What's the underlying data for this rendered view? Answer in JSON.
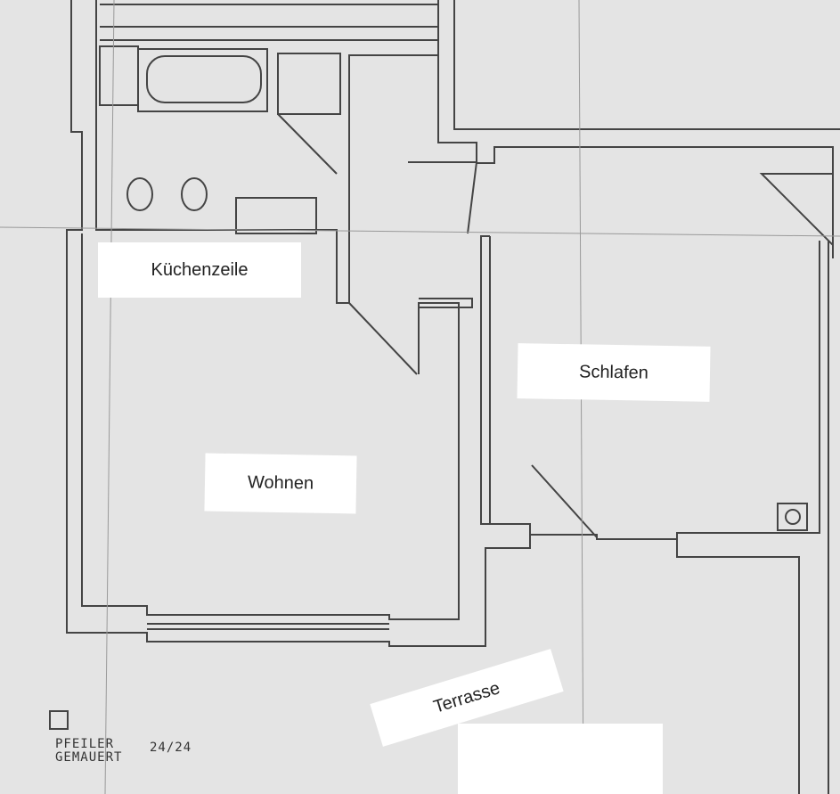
{
  "rooms": {
    "kitchen": "Küchenzeile",
    "living": "Wohnen",
    "sleeping": "Schlafen",
    "terrace": "Terrasse"
  },
  "legend": {
    "line1": "PFEILER",
    "line2": "GEMAUERT",
    "size": "24/24"
  }
}
